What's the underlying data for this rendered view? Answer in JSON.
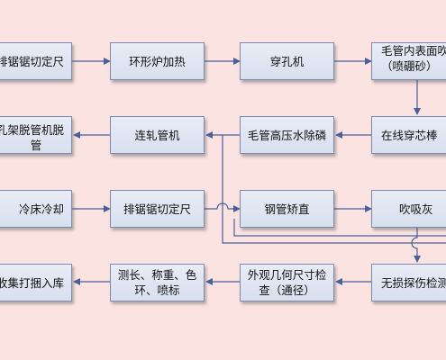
{
  "nodes": [
    {
      "id": "n1",
      "lines": [
        "管排锯锯切定尺"
      ]
    },
    {
      "id": "n2",
      "lines": [
        "环形炉加热"
      ]
    },
    {
      "id": "n3",
      "lines": [
        "穿孔机"
      ]
    },
    {
      "id": "n4",
      "lines": [
        "毛管内表面吹",
        "（喷硼砂）"
      ]
    },
    {
      "id": "n5",
      "lines": [
        "在线穿芯棒"
      ]
    },
    {
      "id": "n6",
      "lines": [
        "毛管高压水除磷"
      ]
    },
    {
      "id": "n7",
      "lines": [
        "连轧管机"
      ]
    },
    {
      "id": "n8",
      "lines": [
        "孔架脱管机脱",
        "管"
      ]
    },
    {
      "id": "n9",
      "lines": [
        "冷床冷却"
      ]
    },
    {
      "id": "n10",
      "lines": [
        "排锯锯切定尺"
      ]
    },
    {
      "id": "n11",
      "lines": [
        "钢管矫直"
      ]
    },
    {
      "id": "n12",
      "lines": [
        "吹吸灰"
      ]
    },
    {
      "id": "n13",
      "lines": [
        "无损探伤检测"
      ]
    },
    {
      "id": "n14",
      "lines": [
        "外观几何尺寸检",
        "查（通径）"
      ]
    },
    {
      "id": "n15",
      "lines": [
        "测长、称重、色",
        "环、喷标"
      ]
    },
    {
      "id": "n16",
      "lines": [
        "收集打捆入库"
      ]
    }
  ],
  "colors": {
    "background": "#fbe3e1",
    "box_fill": "#dfe5f1",
    "box_border": "#7e8ab0",
    "arrow": "#4a5f9c"
  }
}
